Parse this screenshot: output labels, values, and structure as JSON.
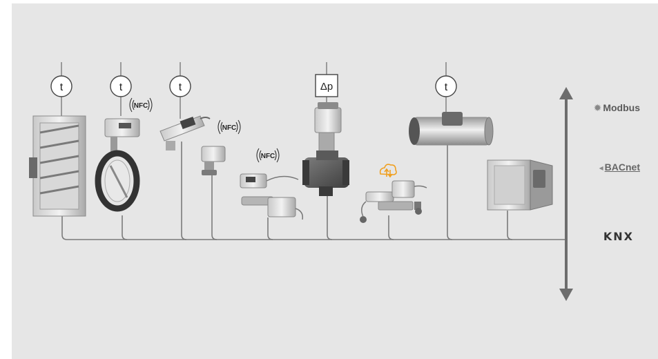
{
  "sensors": [
    {
      "id": "s1",
      "label": "t"
    },
    {
      "id": "s2",
      "label": "t"
    },
    {
      "id": "s3",
      "label": "t"
    },
    {
      "id": "s4",
      "label": "Δp"
    },
    {
      "id": "s5",
      "label": "t"
    }
  ],
  "nfc_badges": [
    {
      "id": "n1",
      "label": "NFC"
    },
    {
      "id": "n2",
      "label": "NFC"
    },
    {
      "id": "n3",
      "label": "NFC"
    }
  ],
  "protocols": [
    {
      "id": "modbus",
      "label": "Modbus",
      "icon": "modbus-logo-icon"
    },
    {
      "id": "bacnet",
      "label": "BACnet",
      "icon": "bacnet-logo-icon"
    },
    {
      "id": "knx",
      "label": "KNX",
      "icon": "knx-logo-icon"
    }
  ],
  "devices": [
    {
      "id": "air-damper",
      "icon": "air-damper-icon"
    },
    {
      "id": "butterfly-valve",
      "icon": "butterfly-valve-actuator-icon"
    },
    {
      "id": "rotary-actuator",
      "icon": "rotary-actuator-icon"
    },
    {
      "id": "zone-valve",
      "icon": "zone-valve-actuator-icon"
    },
    {
      "id": "valve-with-transmitter",
      "icon": "valve-with-transmitter-icon"
    },
    {
      "id": "globe-valve",
      "icon": "globe-valve-actuator-icon"
    },
    {
      "id": "energy-valve",
      "icon": "energy-valve-icon"
    },
    {
      "id": "duct-sensor",
      "icon": "duct-sensor-icon"
    },
    {
      "id": "vav-box",
      "icon": "vav-box-icon"
    }
  ],
  "cloud_icon": "cloud-sync-icon",
  "colors": {
    "background": "#e6e6e6",
    "line": "#7a7a7a",
    "arrow": "#6d6d6d",
    "cloud": "#f0a020"
  }
}
